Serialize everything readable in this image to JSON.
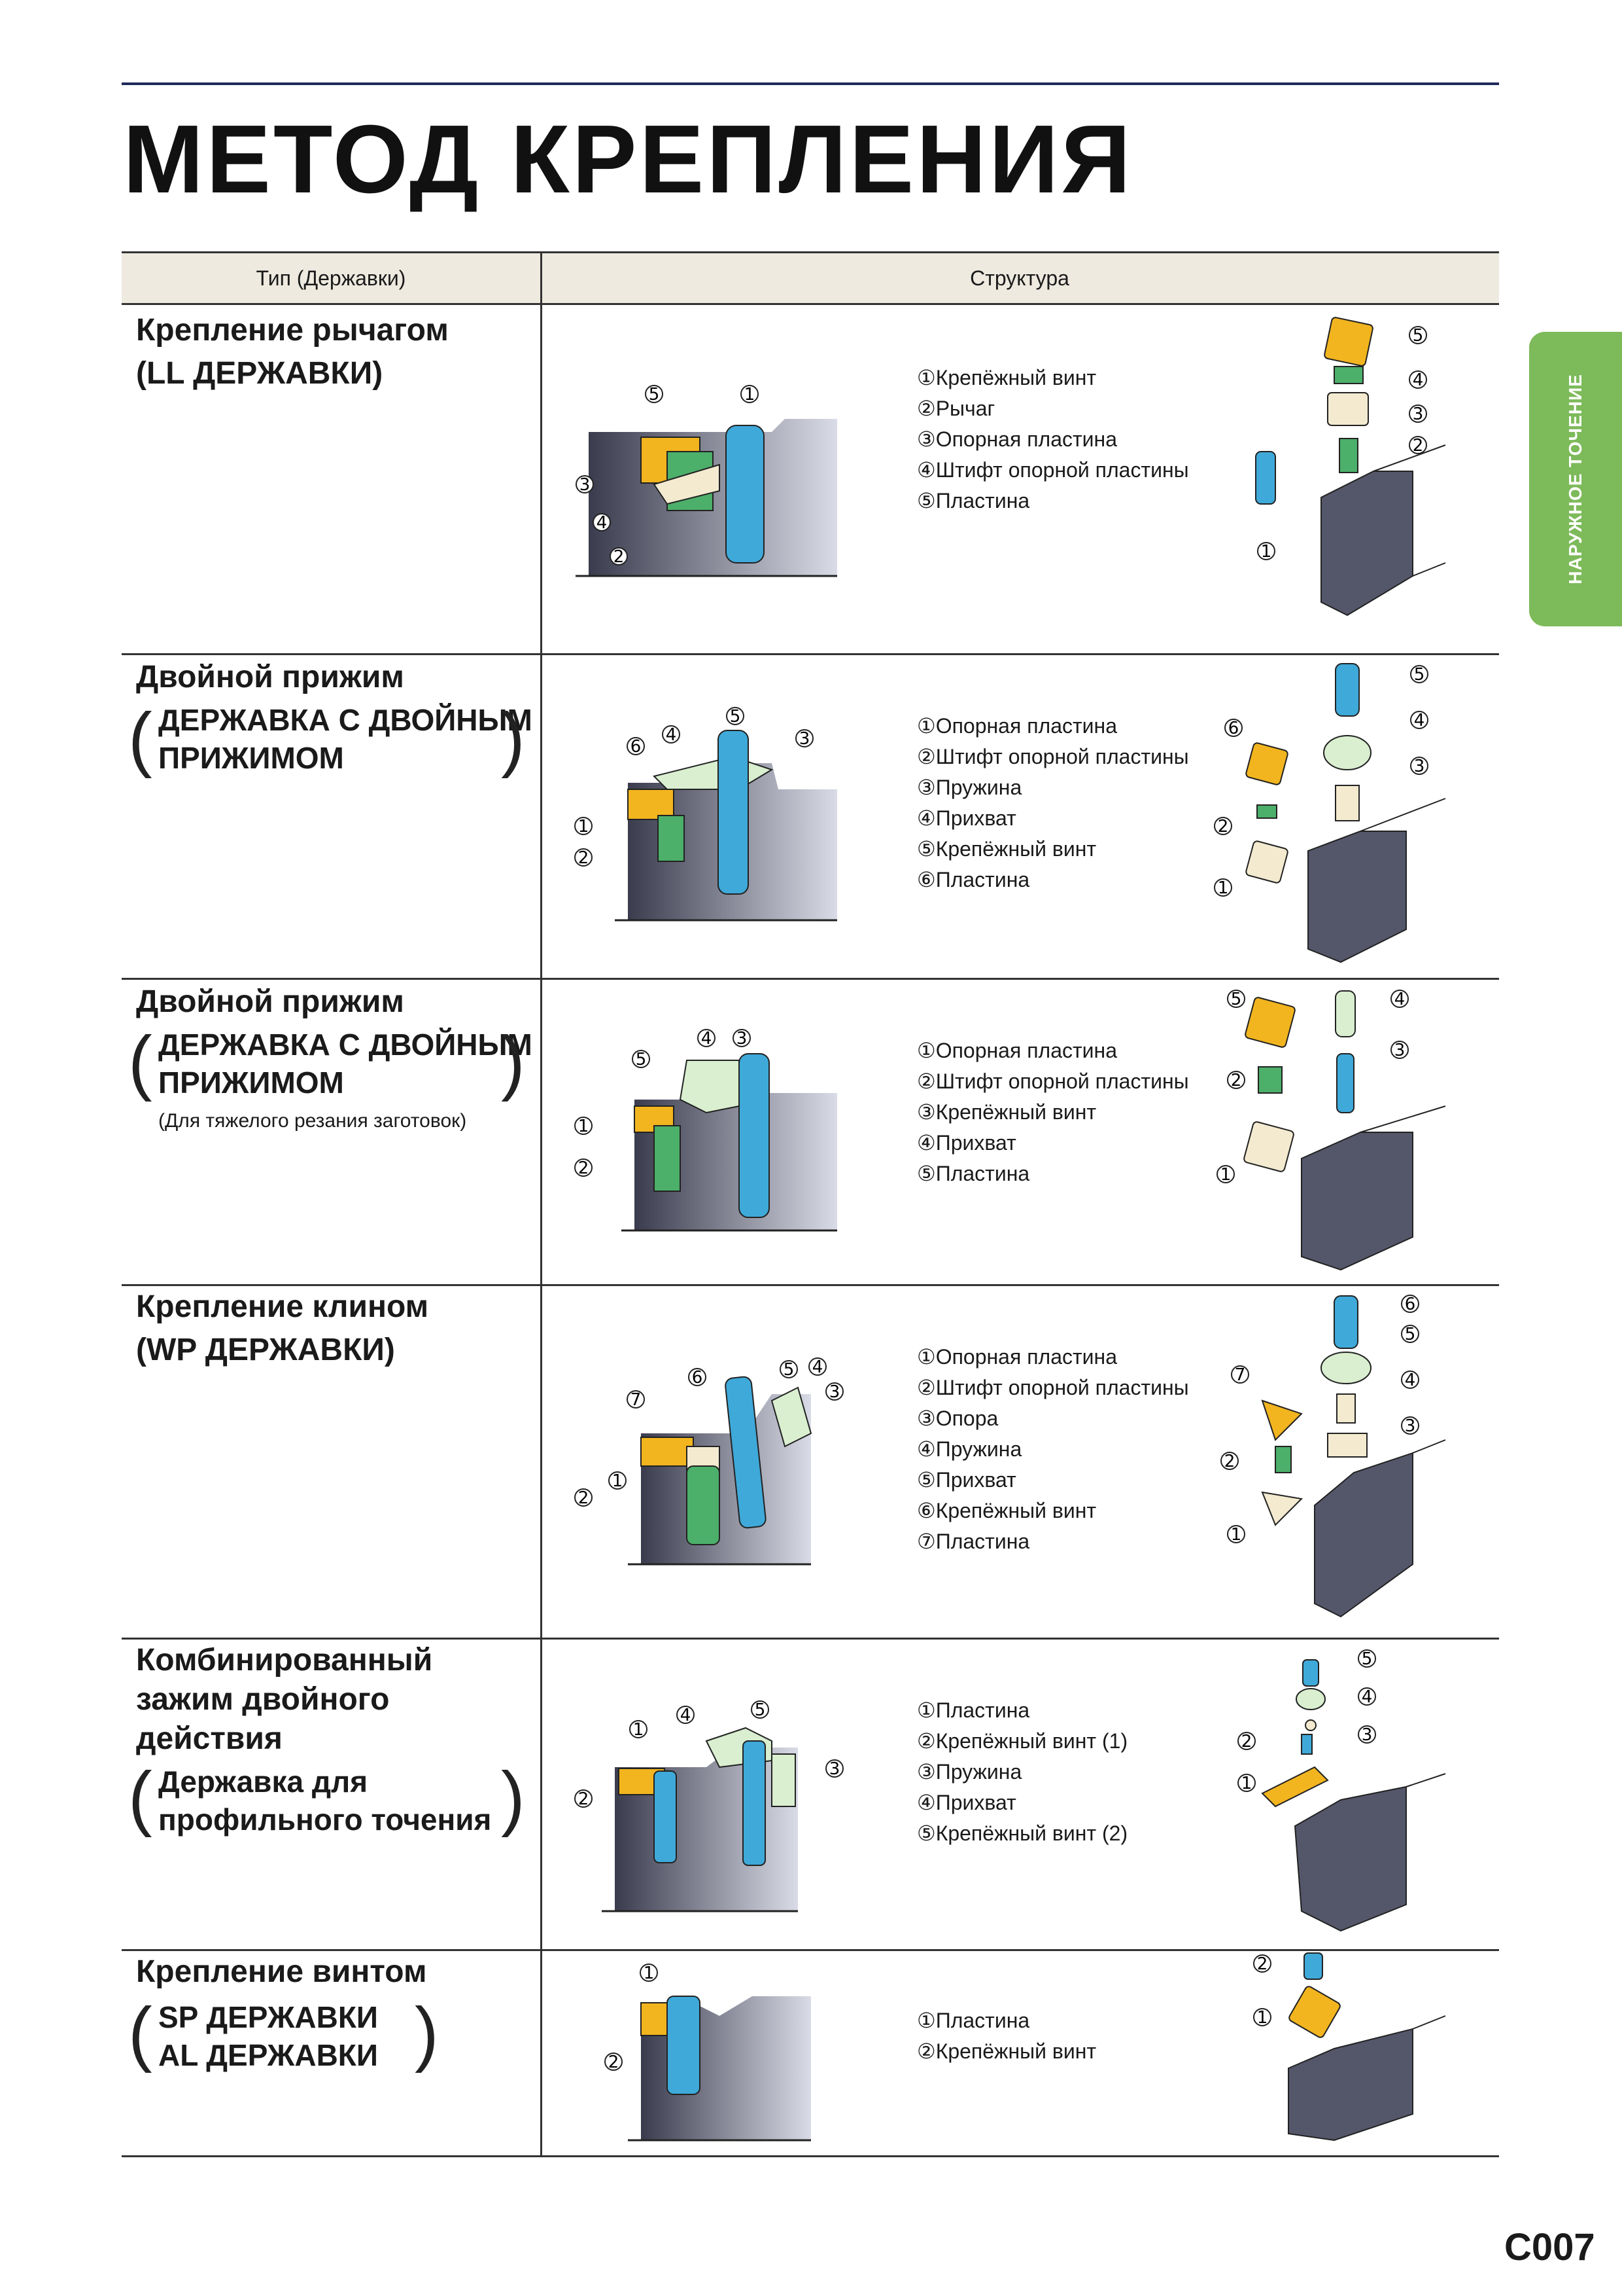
{
  "title": "МЕТОД КРЕПЛЕНИЯ",
  "side_tab": "НАРУЖНОЕ ТОЧЕНИЕ",
  "table_header": {
    "col1": "Тип (Державки)",
    "col2": "Структура"
  },
  "rows": [
    {
      "title_lines": [
        "Крепление рычагом",
        "(LL ДЕРЖАВКИ)"
      ],
      "parts": [
        "①Крепёжный винт",
        "②Рычаг",
        "③Опорная пластина",
        "④Штифт опорной пластины",
        "⑤Пластина"
      ]
    },
    {
      "title": "Двойной прижим",
      "sub_lines": [
        "ДЕРЖАВКА С ДВОЙНЫМ",
        "ПРИЖИМОМ"
      ],
      "parts": [
        "①Опорная пластина",
        "②Штифт опорной пластины",
        "③Пружина",
        "④Прихват",
        "⑤Крепёжный винт",
        "⑥Пластина"
      ]
    },
    {
      "title": "Двойной прижим",
      "sub_lines": [
        "ДЕРЖАВКА С ДВОЙНЫМ",
        "ПРИЖИМОМ"
      ],
      "note": "(Для тяжелого резания заготовок)",
      "parts": [
        "①Опорная пластина",
        "②Штифт опорной пластины",
        "③Крепёжный винт",
        "④Прихват",
        "⑤Пластина"
      ]
    },
    {
      "title_lines": [
        "Крепление клином",
        "(WP ДЕРЖАВКИ)"
      ],
      "parts": [
        "①Опорная пластина",
        "②Штифт опорной пластины",
        "③Опора",
        "④Пружина",
        "⑤Прихват",
        "⑥Крепёжный винт",
        "⑦Пластина"
      ]
    },
    {
      "title_lines": [
        "Комбинированный",
        "зажим двойного",
        "действия"
      ],
      "sub_lines": [
        "Державка для",
        "профильного точения"
      ],
      "parts": [
        "①Пластина",
        "②Крепёжный винт (1)",
        "③Пружина",
        "④Прихват",
        "⑤Крепёжный винт (2)"
      ]
    },
    {
      "title": "Крепление винтом",
      "sub_lines": [
        "SP ДЕРЖАВКИ",
        "AL ДЕРЖАВКИ"
      ],
      "parts": [
        "①Пластина",
        "②Крепёжный винт"
      ]
    }
  ],
  "page_number": "C007",
  "colors": {
    "insert": "#f2b51f",
    "screw": "#3fa9d9",
    "pin": "#4caf6a",
    "seat": "#f3ead0",
    "holder": "#54576a",
    "tab": "#7dba5a"
  }
}
